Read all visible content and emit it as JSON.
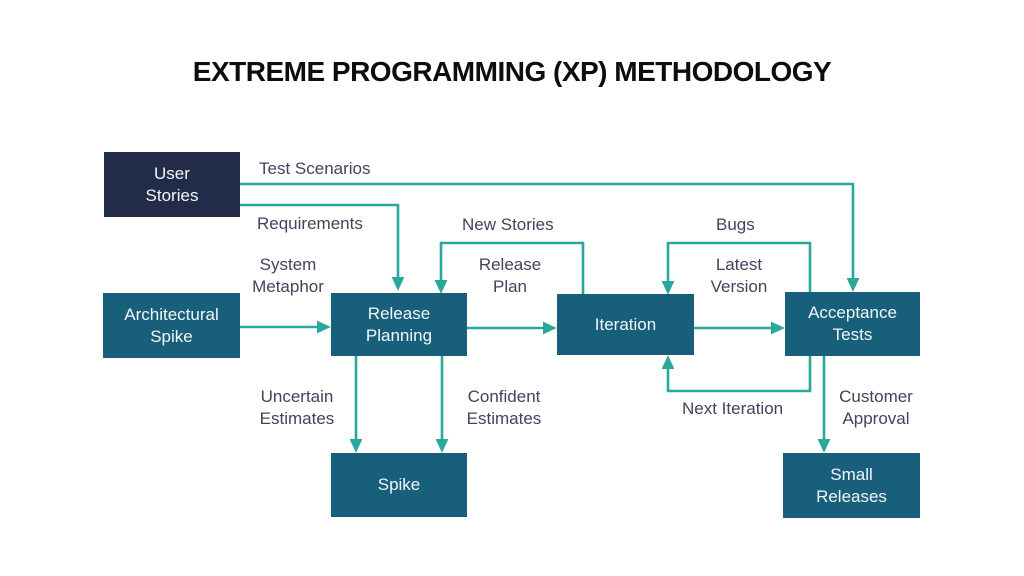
{
  "title": "EXTREME PROGRAMMING (XP) METHODOLOGY",
  "colors": {
    "background": "#ffffff",
    "box_teal": "#175f7b",
    "box_navy": "#222b47",
    "arrow": "#2aa79b",
    "label_text": "#3f455a",
    "box_text": "#f2f7f9",
    "title_text": "#0d0d0d"
  },
  "nodes": {
    "user_stories": {
      "label": "User\nStories"
    },
    "architectural_spike": {
      "label": "Architectural\nSpike"
    },
    "release_planning": {
      "label": "Release\nPlanning"
    },
    "iteration": {
      "label": "Iteration"
    },
    "acceptance_tests": {
      "label": "Acceptance\nTests"
    },
    "spike": {
      "label": "Spike"
    },
    "small_releases": {
      "label": "Small\nReleases"
    }
  },
  "edges": {
    "test_scenarios": {
      "label": "Test Scenarios",
      "from": "user_stories",
      "to": "acceptance_tests"
    },
    "requirements": {
      "label": "Requirements",
      "from": "user_stories",
      "to": "release_planning"
    },
    "system_metaphor": {
      "label": "System\nMetaphor",
      "from": "architectural_spike",
      "to": "release_planning"
    },
    "new_stories": {
      "label": "New Stories",
      "from": "iteration",
      "to": "release_planning"
    },
    "release_plan": {
      "label": "Release\nPlan",
      "from": "release_planning",
      "to": "iteration"
    },
    "bugs": {
      "label": "Bugs",
      "from": "acceptance_tests",
      "to": "iteration"
    },
    "latest_version": {
      "label": "Latest\nVersion",
      "from": "iteration",
      "to": "acceptance_tests"
    },
    "uncertain_estimates": {
      "label": "Uncertain\nEstimates",
      "from": "release_planning",
      "to": "spike"
    },
    "confident_estimates": {
      "label": "Confident\nEstimates",
      "from": "release_planning",
      "to": "spike"
    },
    "next_iteration": {
      "label": "Next Iteration",
      "from": "acceptance_tests",
      "to": "iteration"
    },
    "customer_approval": {
      "label": "Customer\nApproval",
      "from": "acceptance_tests",
      "to": "small_releases"
    }
  }
}
